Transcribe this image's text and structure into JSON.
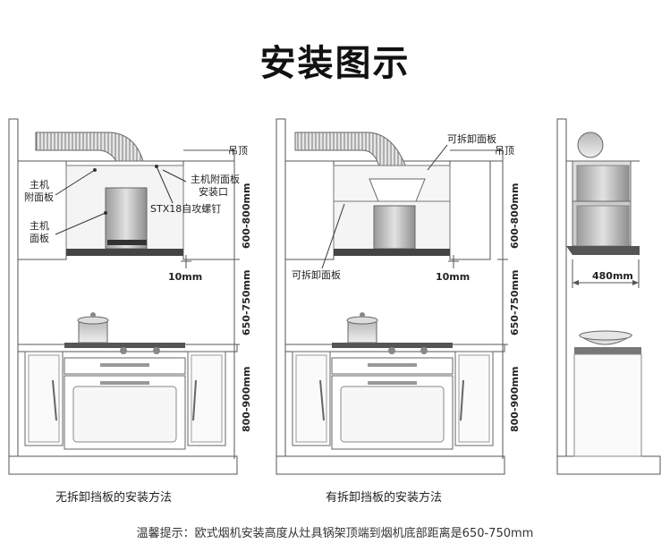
{
  "title": "安装图示",
  "figures": {
    "left": {
      "caption": "无拆卸挡板的安装方法",
      "labels": {
        "ceiling": "吊顶",
        "host_attached_panel": "主机\n附面板",
        "host_panel": "主机\n面板",
        "attached_panel_mount": "主机附面板\n安装口",
        "screw": "STX18自攻螺钉",
        "gap": "10mm"
      }
    },
    "middle": {
      "caption": "有拆卸挡板的安装方法",
      "labels": {
        "removable_panel_top": "可拆卸面板",
        "ceiling": "吊顶",
        "removable_panel": "可拆卸面板",
        "gap": "10mm"
      }
    },
    "right": {
      "labels": {
        "depth": "480mm"
      }
    }
  },
  "dimensions": {
    "upper": "600-800mm",
    "middle": "650-750mm",
    "lower": "800-900mm"
  },
  "note": "温馨提示：欧式烟机安装高度从灶具锅架顶端到烟机底部距离是650-750mm"
}
